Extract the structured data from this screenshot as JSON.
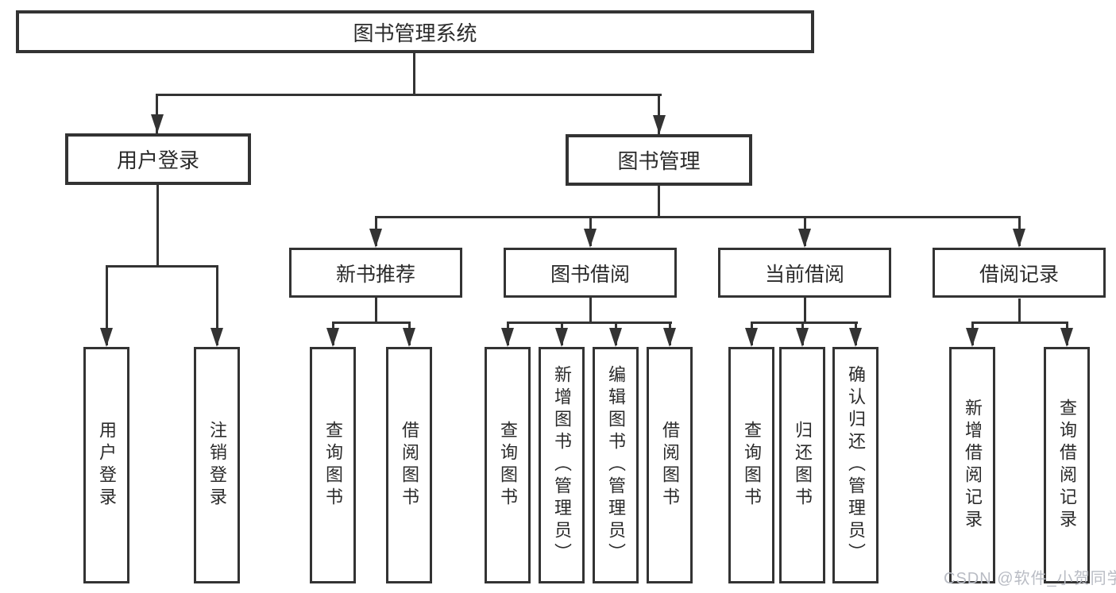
{
  "diagram": {
    "root": {
      "label": "图书管理系统"
    },
    "branches": [
      {
        "label": "用户登录",
        "children": [
          {
            "label": "用户登录"
          },
          {
            "label": "注销登录"
          }
        ]
      },
      {
        "label": "图书管理",
        "children": [
          {
            "label": "新书推荐",
            "children": [
              {
                "label": "查询图书"
              },
              {
                "label": "借阅图书"
              }
            ]
          },
          {
            "label": "图书借阅",
            "children": [
              {
                "label": "查询图书"
              },
              {
                "label": "新增图书（管理员）"
              },
              {
                "label": "编辑图书（管理员）"
              },
              {
                "label": "借阅图书"
              }
            ]
          },
          {
            "label": "当前借阅",
            "children": [
              {
                "label": "查询图书"
              },
              {
                "label": "归还图书"
              },
              {
                "label": "确认归还（管理员）"
              }
            ]
          },
          {
            "label": "借阅记录",
            "children": [
              {
                "label": "新增借阅记录"
              },
              {
                "label": "查询借阅记录"
              }
            ]
          }
        ]
      }
    ]
  },
  "watermark": {
    "text": "CSDN @软件_小贺同学"
  },
  "colors": {
    "line": "#333333",
    "box_border": "#333333",
    "box_fill": "#ffffff",
    "text": "#2b2b2b",
    "watermark": "#b9bcc4",
    "background": "#ffffff"
  }
}
